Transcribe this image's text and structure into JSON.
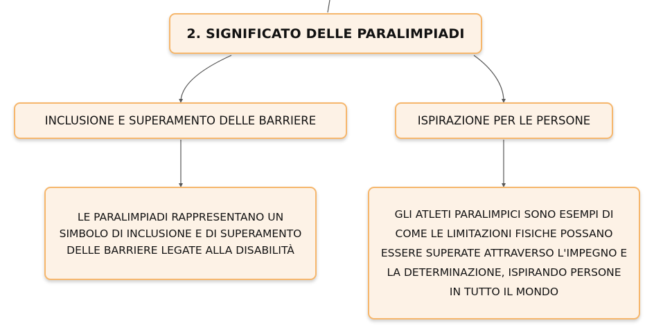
{
  "main_topic": {
    "label": "2. SIGNIFICATO DELLE PARALIMPIADI"
  },
  "branches": [
    {
      "label": "INCLUSIONE E SUPERAMENTO DELLE BARRIERE",
      "detail": "LE PARALIMPIADI RAPPRESENTANO UN\nSIMBOLO DI INCLUSIONE E DI SUPERAMENTO\nDELLE BARRIERE LEGATE ALLA DISABILITÀ"
    },
    {
      "label": "ISPIRAZIONE PER LE PERSONE",
      "detail": "GLI ATLETI PARALIMPICI SONO ESEMPI DI\nCOME LE LIMITAZIONI FISICHE POSSANO\nESSERE SUPERATE ATTRAVERSO L'IMPEGNO E\nLA DETERMINAZIONE, ISPIRANDO PERSONE\nIN TUTTO IL MONDO"
    }
  ],
  "colors": {
    "node_fill": "#fdf2e6",
    "node_border": "#f6b66b",
    "connector": "#555555"
  }
}
